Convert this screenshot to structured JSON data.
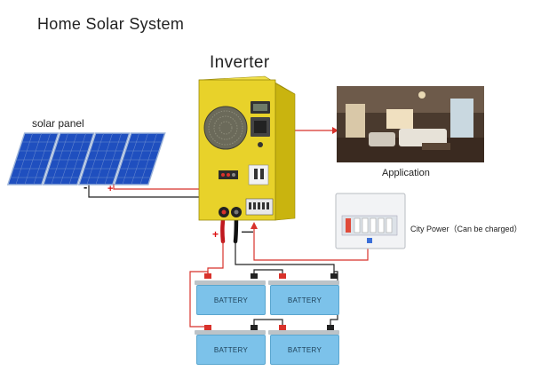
{
  "title": "Home Solar System",
  "inverter": {
    "label": "Inverter"
  },
  "solar_panel": {
    "label": "solar panel",
    "plus_sign": "+",
    "minus_sign": "-"
  },
  "application": {
    "label": "Application"
  },
  "city_power": {
    "label": "City Power（Can be charged）"
  },
  "battery_terminals": {
    "plus_sign": "+",
    "minus_sign": "—"
  },
  "batteries": [
    {
      "label": "BATTERY"
    },
    {
      "label": "BATTERY"
    },
    {
      "label": "BATTERY"
    },
    {
      "label": "BATTERY"
    }
  ],
  "colors": {
    "inverter_body": "#e8d22a",
    "inverter_side": "#c9b40f",
    "panel_cell": "#1f4fbf",
    "battery": "#7cc2ea",
    "wire_red": "#d8322b",
    "wire_black": "#222222"
  }
}
